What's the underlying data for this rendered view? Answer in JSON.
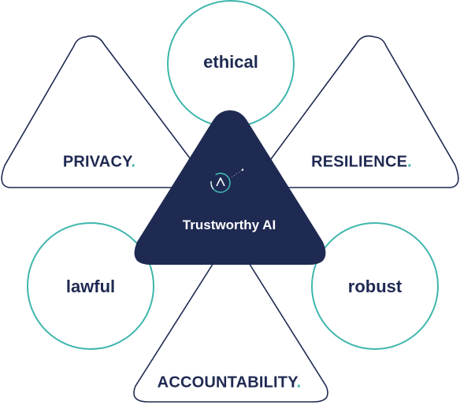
{
  "colors": {
    "navy": "#1f2a52",
    "teal": "#3fb6ad",
    "outline_navy": "#1f2a52",
    "background": "#ffffff"
  },
  "center": {
    "label": "Trustworthy AI",
    "icon": "chevron-up-logo-icon"
  },
  "circles": [
    {
      "id": "ethical",
      "label": "ethical"
    },
    {
      "id": "lawful",
      "label": "lawful"
    },
    {
      "id": "robust",
      "label": "robust"
    }
  ],
  "triangles": [
    {
      "id": "privacy",
      "label": "PRIVACY",
      "dot": "."
    },
    {
      "id": "resilience",
      "label": "RESILIENCE",
      "dot": "."
    },
    {
      "id": "accountability",
      "label": "ACCOUNTABILITY",
      "dot": "."
    }
  ]
}
